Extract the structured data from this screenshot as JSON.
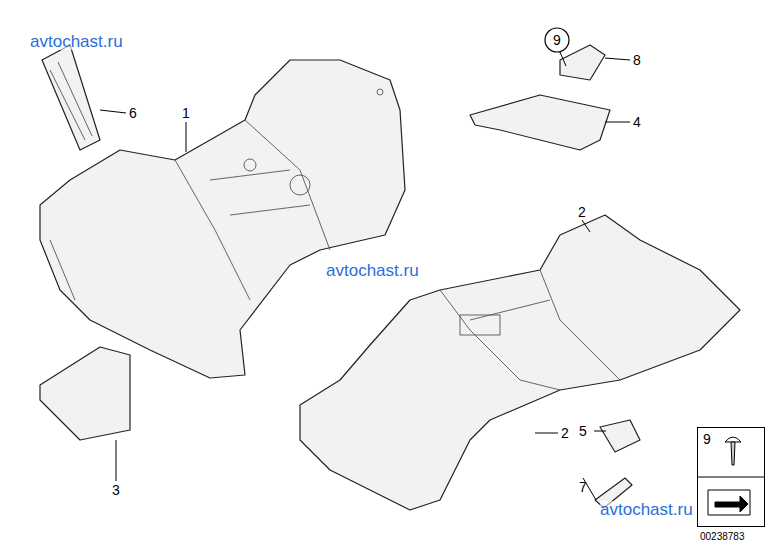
{
  "diagram": {
    "nodes": [
      {
        "text": [
          "9"
        ]
      },
      {
        "text": [
          "9"
        ]
      }
    ],
    "labels": [
      "avtochast.ru",
      "6",
      "1",
      "8",
      "4",
      "2",
      "avtochast.ru",
      "5",
      "2",
      "3",
      "7",
      "avtochast.ru",
      "00238783"
    ]
  }
}
